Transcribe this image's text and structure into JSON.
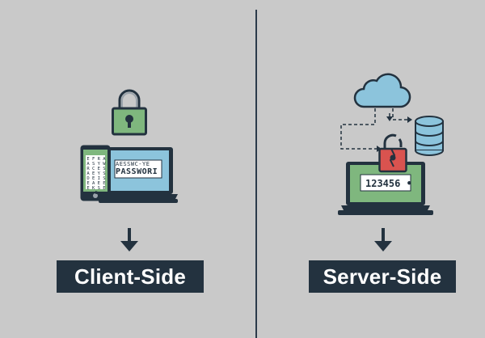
{
  "left": {
    "label": "Client-Side",
    "phone_text": [
      "E F R A",
      "A S Y W",
      "R C E S",
      "A E Y S",
      "D E I S",
      "E A E E",
      "E K S E E"
    ],
    "laptop_text_top": "AESSWC-YE",
    "laptop_text_main": "PASSWORI",
    "icons": [
      "padlock-locked-icon",
      "smartphone-icon",
      "laptop-icon",
      "arrow-down-icon"
    ]
  },
  "right": {
    "label": "Server-Side",
    "laptop_text": "123456 •",
    "icons": [
      "cloud-icon",
      "database-icon",
      "padlock-broken-icon",
      "laptop-icon",
      "arrow-down-icon"
    ]
  },
  "colors": {
    "background": "#c9c9c9",
    "dark": "#23323f",
    "lock_green": "#7fb77e",
    "lock_red": "#d9534f",
    "screen_blue": "#8cc4dc",
    "cloud_blue": "#8cc4dc",
    "db_blue": "#8cc4dc"
  }
}
